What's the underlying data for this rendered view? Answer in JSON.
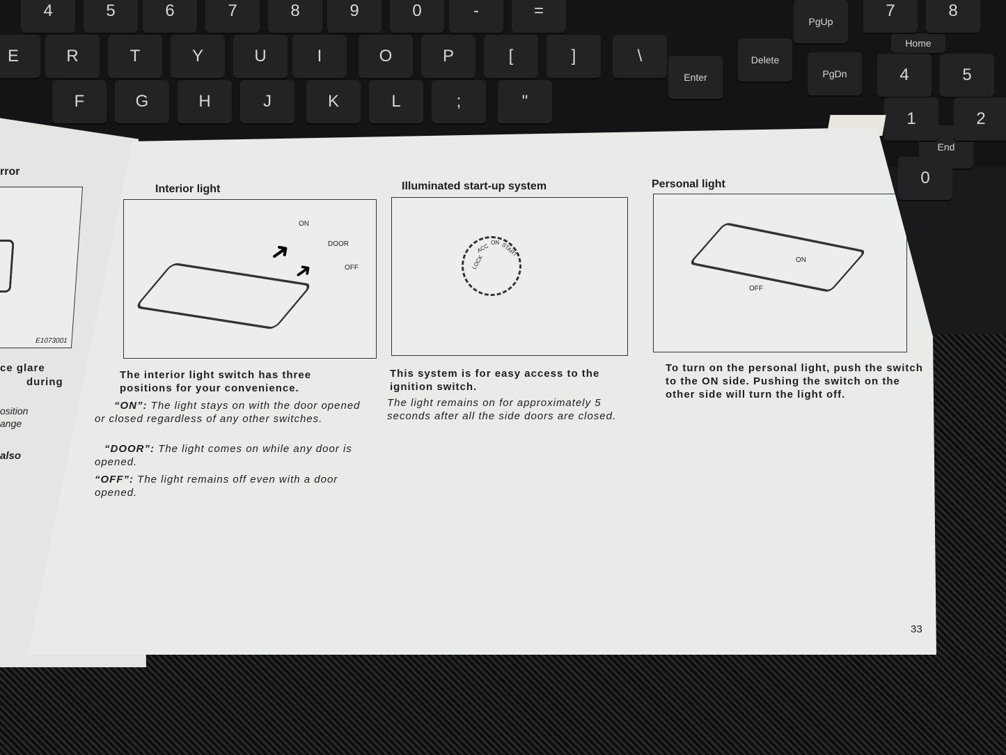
{
  "keyboard": {
    "keys": [
      "4",
      "5",
      "6",
      "7",
      "8",
      "9",
      "0",
      "-",
      "=",
      "E",
      "R",
      "T",
      "Y",
      "U",
      "I",
      "O",
      "P",
      "[",
      "]",
      "\\",
      "F",
      "G",
      "H",
      "J",
      "K",
      "L",
      ";",
      "\"",
      "PgUp",
      "Delete",
      "Enter",
      "PgDn",
      "Home",
      "End",
      "7",
      "8",
      "4",
      "5",
      "1",
      "2",
      "0"
    ]
  },
  "left_page": {
    "heading_fragment": "rror",
    "figure_code": "E1073001",
    "text_fragments": [
      "ce glare",
      "during",
      "osition",
      "ange",
      "also"
    ]
  },
  "sections": [
    {
      "heading": "Interior light",
      "figure_labels": [
        "ON",
        "DOOR",
        "OFF"
      ],
      "intro": "The interior light switch has three positions for your convenience.",
      "items": [
        {
          "term": "“ON”:",
          "text": "The light stays on with the door opened or closed regardless of any other switches."
        },
        {
          "term": "“DOOR”:",
          "text": "The light comes on while any door is opened."
        },
        {
          "term": "“OFF”:",
          "text": "The light remains off even with a door opened."
        }
      ]
    },
    {
      "heading": "Illuminated start-up system",
      "figure_labels": [
        "LOCK",
        "ACC",
        "ON",
        "START"
      ],
      "intro": "This system is for easy access to the ignition switch.",
      "text": "The light remains on for approximately 5 seconds after all the side doors are closed."
    },
    {
      "heading": "Personal light",
      "figure_labels": [
        "ON",
        "OFF"
      ],
      "intro": "To turn on the personal light, push the switch to the ON side. Pushing the switch on the other side will turn the light off."
    }
  ],
  "page_number": "33"
}
